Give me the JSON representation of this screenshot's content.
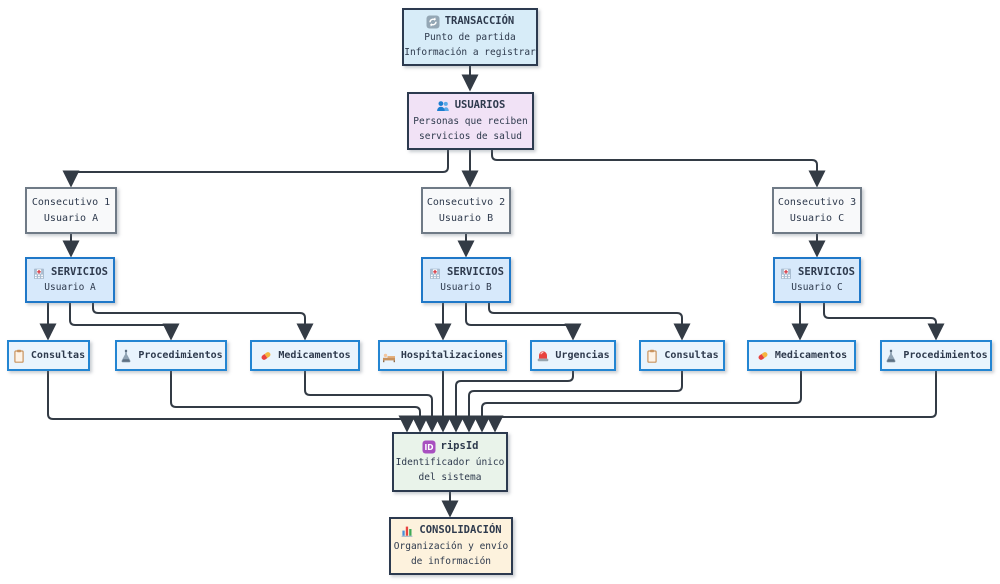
{
  "nodes": {
    "transaccion": {
      "icon": "transaction-icon",
      "title": "TRANSACCIÓN",
      "line1": "Punto de partida",
      "line2": "Información a registrar"
    },
    "usuarios": {
      "icon": "users-icon",
      "title": "USUARIOS",
      "line1": "Personas que reciben",
      "line2": "servicios de salud"
    },
    "consec1": {
      "line1": "Consecutivo 1",
      "line2": "Usuario A"
    },
    "consec2": {
      "line1": "Consecutivo 2",
      "line2": "Usuario B"
    },
    "consec3": {
      "line1": "Consecutivo 3",
      "line2": "Usuario C"
    },
    "servA": {
      "icon": "hospital-icon",
      "title": "SERVICIOS",
      "line1": "Usuario A"
    },
    "servB": {
      "icon": "hospital-icon",
      "title": "SERVICIOS",
      "line1": "Usuario B"
    },
    "servC": {
      "icon": "hospital-icon",
      "title": "SERVICIOS",
      "line1": "Usuario C"
    },
    "consultasA": {
      "icon": "clipboard-icon",
      "title": "Consultas"
    },
    "procA": {
      "icon": "alembic-icon",
      "title": "Procedimientos"
    },
    "medA": {
      "icon": "pill-icon",
      "title": "Medicamentos"
    },
    "hosp": {
      "icon": "bed-icon",
      "title": "Hospitalizaciones"
    },
    "urg": {
      "icon": "siren-icon",
      "title": "Urgencias"
    },
    "consultasB": {
      "icon": "clipboard-icon",
      "title": "Consultas"
    },
    "medC": {
      "icon": "pill-icon",
      "title": "Medicamentos"
    },
    "procC": {
      "icon": "alembic-icon",
      "title": "Procedimientos"
    },
    "ripsid": {
      "icon": "id-icon",
      "title": "ripsId",
      "line1": "Identificador único",
      "line2": "del sistema"
    },
    "consolidacion": {
      "icon": "chart-icon",
      "title": "CONSOLIDACIÓN",
      "line1": "Organización y envío",
      "line2": "de información"
    }
  },
  "edges": [
    {
      "from": "transaccion",
      "to": "usuarios"
    },
    {
      "from": "usuarios",
      "to": "consec1"
    },
    {
      "from": "usuarios",
      "to": "consec2"
    },
    {
      "from": "usuarios",
      "to": "consec3"
    },
    {
      "from": "consec1",
      "to": "servA"
    },
    {
      "from": "consec2",
      "to": "servB"
    },
    {
      "from": "consec3",
      "to": "servC"
    },
    {
      "from": "servA",
      "to": "consultasA"
    },
    {
      "from": "servA",
      "to": "procA"
    },
    {
      "from": "servA",
      "to": "medA"
    },
    {
      "from": "servB",
      "to": "hosp"
    },
    {
      "from": "servB",
      "to": "urg"
    },
    {
      "from": "servB",
      "to": "consultasB"
    },
    {
      "from": "servC",
      "to": "medC"
    },
    {
      "from": "servC",
      "to": "procC"
    },
    {
      "from": "consultasA",
      "to": "ripsid"
    },
    {
      "from": "procA",
      "to": "ripsid"
    },
    {
      "from": "medA",
      "to": "ripsid"
    },
    {
      "from": "hosp",
      "to": "ripsid"
    },
    {
      "from": "urg",
      "to": "ripsid"
    },
    {
      "from": "consultasB",
      "to": "ripsid"
    },
    {
      "from": "medC",
      "to": "ripsid"
    },
    {
      "from": "procC",
      "to": "ripsid"
    },
    {
      "from": "ripsid",
      "to": "consolidacion"
    }
  ],
  "colors": {
    "edge": "#333b45",
    "text": "#2e3a4d",
    "transaction_fill": "#d7ecf8",
    "usuarios_fill": "#f1e2f6",
    "consecutivo_fill": "#f8f9fa",
    "servicios_fill": "#d7e9fb",
    "servicios_border": "#1f78c8",
    "leaf_fill": "#e9f4fd",
    "ripsid_fill": "#e9f3ea",
    "consolidacion_fill": "#fdf2dd",
    "dark_border": "#2c3a4f"
  }
}
